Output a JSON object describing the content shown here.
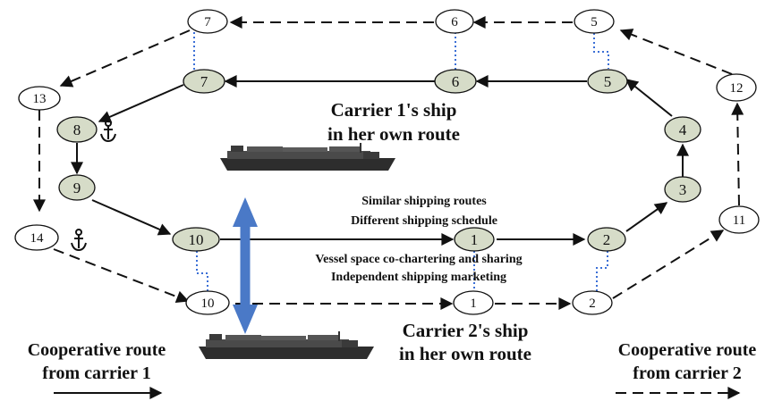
{
  "colors": {
    "inner_node_fill": "#d6dcc8",
    "outer_node_fill": "#ffffff",
    "double_arrow": "#4a79c7",
    "link_dotted": "#3b6fd6",
    "line": "#111111"
  },
  "icons": [
    "anchor-icon",
    "ship-icon",
    "double-arrow-icon"
  ],
  "inner_nodes": [
    {
      "id": "7",
      "label": "7"
    },
    {
      "id": "6",
      "label": "6"
    },
    {
      "id": "5",
      "label": "5"
    },
    {
      "id": "8",
      "label": "8"
    },
    {
      "id": "4",
      "label": "4"
    },
    {
      "id": "9",
      "label": "9"
    },
    {
      "id": "3",
      "label": "3"
    },
    {
      "id": "10",
      "label": "10"
    },
    {
      "id": "1",
      "label": "1"
    },
    {
      "id": "2",
      "label": "2"
    }
  ],
  "outer_nodes": [
    {
      "id": "7",
      "label": "7"
    },
    {
      "id": "6",
      "label": "6"
    },
    {
      "id": "5",
      "label": "5"
    },
    {
      "id": "13",
      "label": "13"
    },
    {
      "id": "12",
      "label": "12"
    },
    {
      "id": "14",
      "label": "14"
    },
    {
      "id": "11",
      "label": "11"
    },
    {
      "id": "10",
      "label": "10"
    },
    {
      "id": "1",
      "label": "1"
    },
    {
      "id": "2",
      "label": "2"
    }
  ],
  "titles": {
    "carrier1_line1": "Carrier 1's ship",
    "carrier1_line2": "in her own route",
    "carrier2_line1": "Carrier 2's ship",
    "carrier2_line2": "in her own route"
  },
  "notes": {
    "line1": "Similar shipping routes",
    "line2": "Different shipping schedule",
    "line3": "Vessel space co-chartering and sharing",
    "line4": "Independent shipping marketing"
  },
  "legend": {
    "left_line1": "Cooperative route",
    "left_line2": "from carrier 1",
    "right_line1": "Cooperative route",
    "right_line2": "from carrier 2"
  }
}
